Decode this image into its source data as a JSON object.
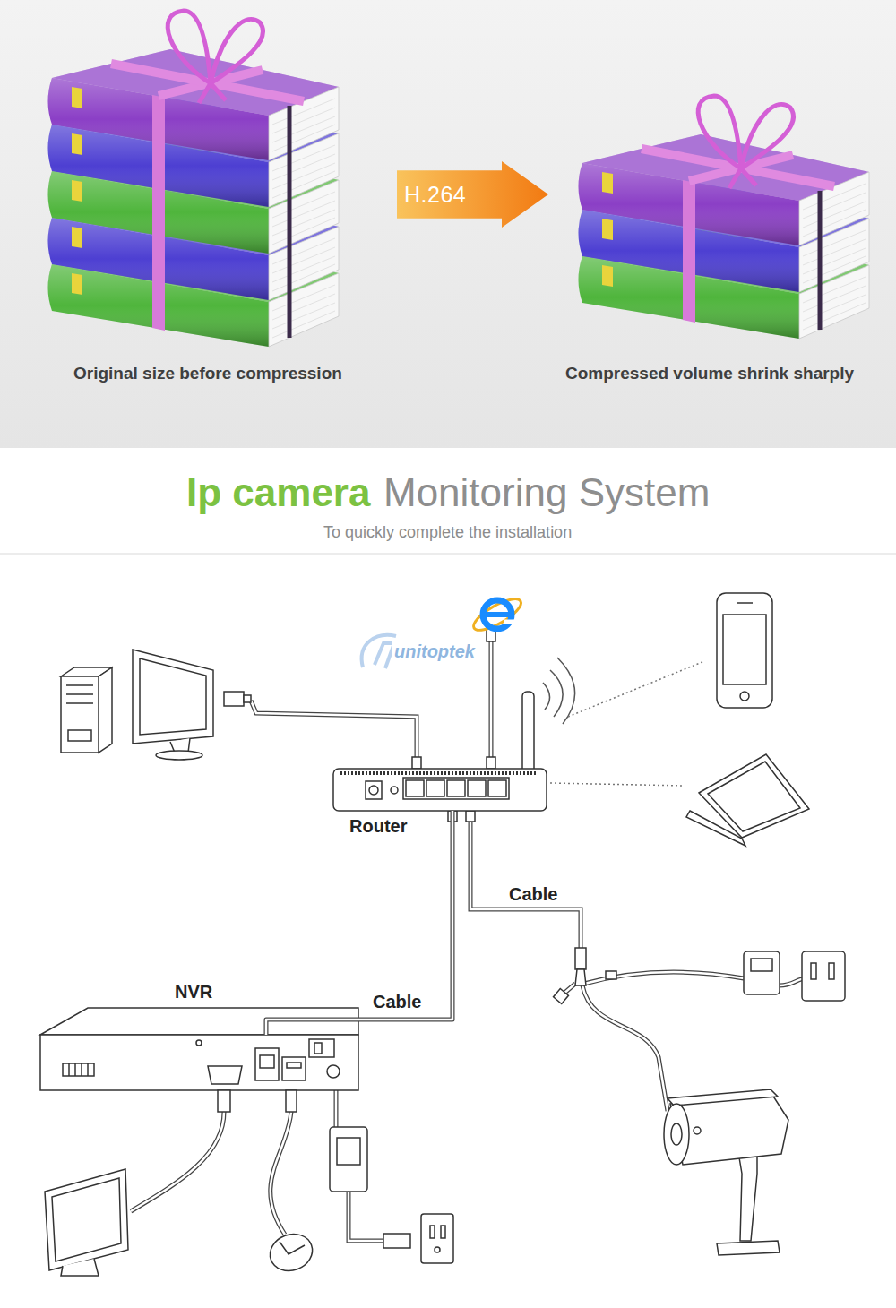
{
  "diagram": {
    "nodes": [
      {
        "text": [
          "H.264"
        ]
      },
      {
        "text": [
          "Router"
        ]
      },
      {
        "text": [
          "NVR"
        ]
      }
    ],
    "edges": [
      {
        "from": 1,
        "to": 2,
        "label": "Cable",
        "arrow": "none"
      }
    ],
    "labels": [
      "Original size before compression",
      "Compressed volume shrink sharply",
      "Ip camera",
      "Monitoring System",
      "To quickly complete the installation",
      "unitoptek",
      "Cable"
    ]
  }
}
